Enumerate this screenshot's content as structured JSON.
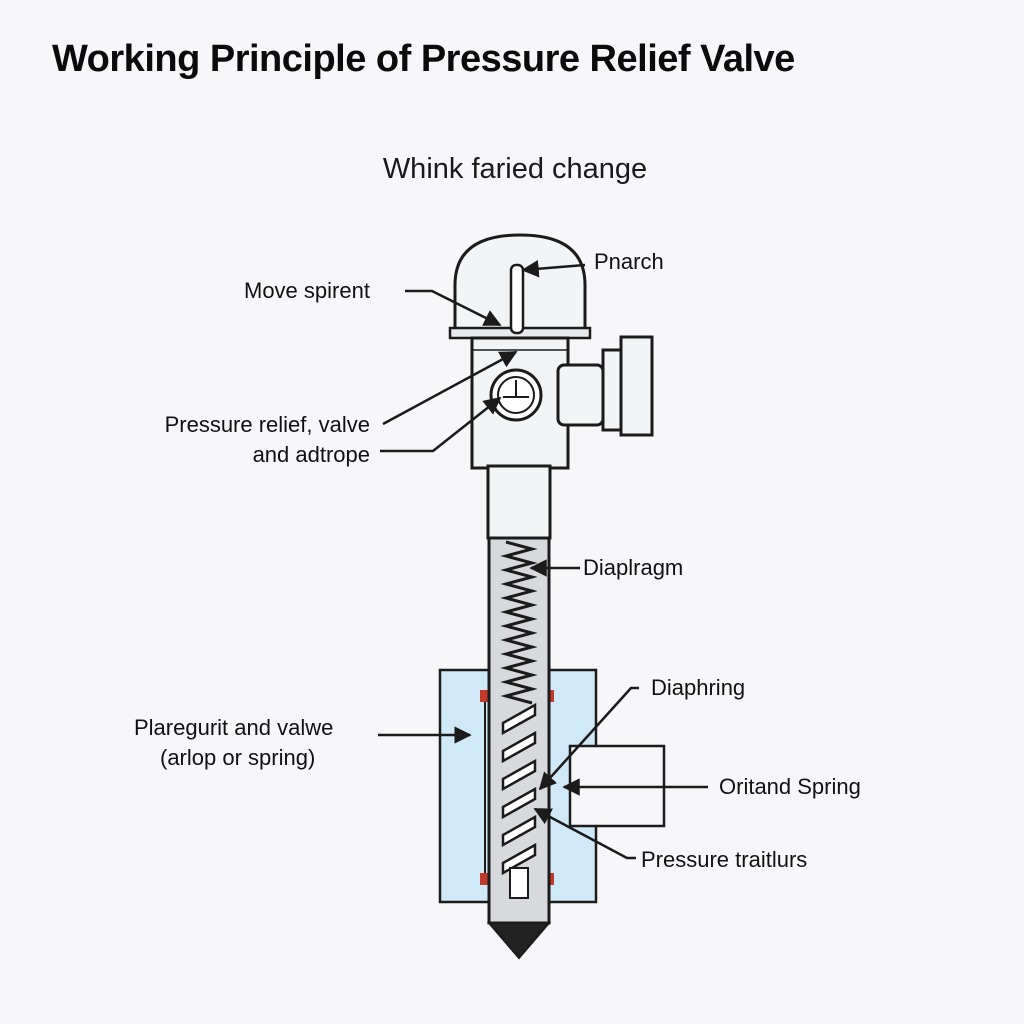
{
  "title": "Working Principle of Pressure Relief Valve",
  "subtitle": "Whink faried change",
  "labels": {
    "move_spirent": "Move spirent",
    "pnarch": "Pnarch",
    "pressure_relief_line1": "Pressure relief, valve",
    "pressure_relief_line2": "and adtrope",
    "diaplragm": "Diaplragm",
    "diaphring": "Diaphring",
    "plaregurit_line1": "Plaregurit and valwe",
    "plaregurit_line2": "(arlop or spring)",
    "oritand_spring": "Oritand Spring",
    "pressure_traitlurs": "Pressure traitlurs"
  },
  "colors": {
    "outline": "#1b1b1b",
    "body_fill": "#f3f4f6",
    "chamber_fill": "#cfe9f8",
    "seal_red": "#c0392b",
    "tip_fill": "#222222"
  }
}
